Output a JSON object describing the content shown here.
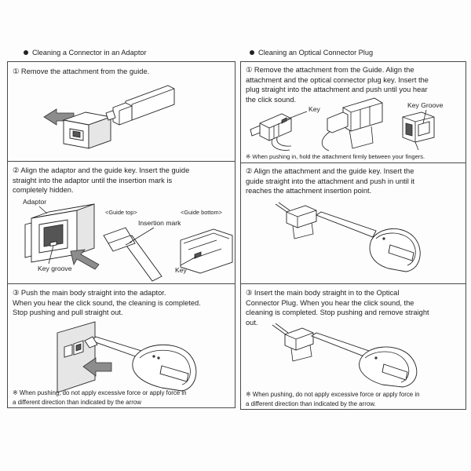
{
  "left": {
    "header": "Cleaning a Connector in an Adaptor",
    "step1": {
      "lines": [
        "① Remove the attachment from the guide."
      ]
    },
    "step2": {
      "lines": [
        "② Align the adaptor and the guide key. Insert the guide",
        "straight into the adaptor until the insertion mark is",
        "completely hidden."
      ],
      "labels": {
        "adaptor": "Adaptor",
        "guide_top": "<Guide top>",
        "guide_bottom": "<Guide bottom>",
        "insertion_mark": "Insertion mark",
        "key_groove": "Key groove",
        "key": "Key"
      }
    },
    "step3": {
      "lines": [
        "③ Push the main body straight into the adaptor.",
        "When you hear the click sound, the cleaning is completed.",
        "Stop pushing and pull straight out."
      ],
      "note": [
        "※ When pushing, do not apply excessive force or apply force in",
        "a different direction than indicated by the arrow"
      ]
    }
  },
  "right": {
    "header": "Cleaning an Optical Connector Plug",
    "step1": {
      "lines": [
        "① Remove the attachment from the Guide. Align the",
        "attachment and the optical connector plug key. Insert the",
        "plug straight into the attachment and push until you hear",
        "the click sound."
      ],
      "labels": {
        "key": "Key",
        "key_groove": "Key Groove"
      },
      "note": [
        "※ When pushing in, hold the attachment firmly between your fingers."
      ]
    },
    "step2": {
      "lines": [
        "② Align the attachment and the guide key. Insert the",
        "guide straight into the attachment and push in until it",
        "reaches the attachment insertion point."
      ]
    },
    "step3": {
      "lines": [
        "③ Insert the main body straight in to the Optical",
        "Connector Plug. When you hear the click sound, the",
        "cleaning is completed. Stop pushing and remove straight",
        "out."
      ],
      "note": [
        "※ When pushing, do not apply excessive force or apply force in",
        "a different direction than indicated by the arrow."
      ]
    }
  }
}
